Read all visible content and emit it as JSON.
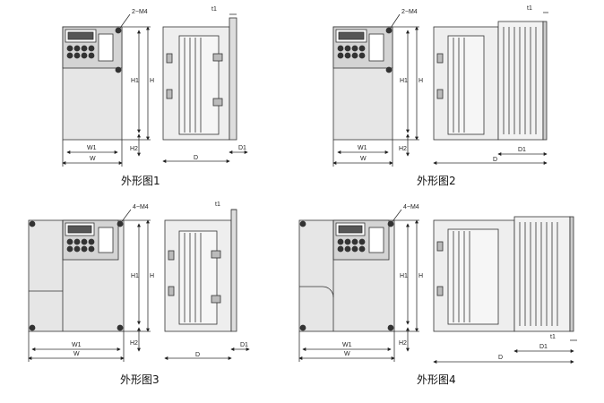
{
  "figures": [
    {
      "caption": "外形图1",
      "mount_label": "2−M4",
      "labels": {
        "w1": "W1",
        "w": "W",
        "h1": "H1",
        "h": "H",
        "h2": "H2",
        "d": "D",
        "d1": "D1",
        "t1": "t1"
      }
    },
    {
      "caption": "外形图2",
      "mount_label": "2−M4",
      "labels": {
        "w1": "W1",
        "w": "W",
        "h1": "H1",
        "h": "H",
        "h2": "H2",
        "d": "D",
        "d1": "D1",
        "t1": "t1"
      }
    },
    {
      "caption": "外形图3",
      "mount_label": "4−M4",
      "labels": {
        "w1": "W1",
        "w": "W",
        "h1": "H1",
        "h": "H",
        "h2": "H2",
        "d": "D",
        "d1": "D1",
        "t1": "t1"
      }
    },
    {
      "caption": "外形图4",
      "mount_label": "4−M4",
      "labels": {
        "w1": "W1",
        "w": "W",
        "h1": "H1",
        "h": "H",
        "h2": "H2",
        "d": "D",
        "d1": "D1",
        "t1": "t1"
      }
    }
  ]
}
